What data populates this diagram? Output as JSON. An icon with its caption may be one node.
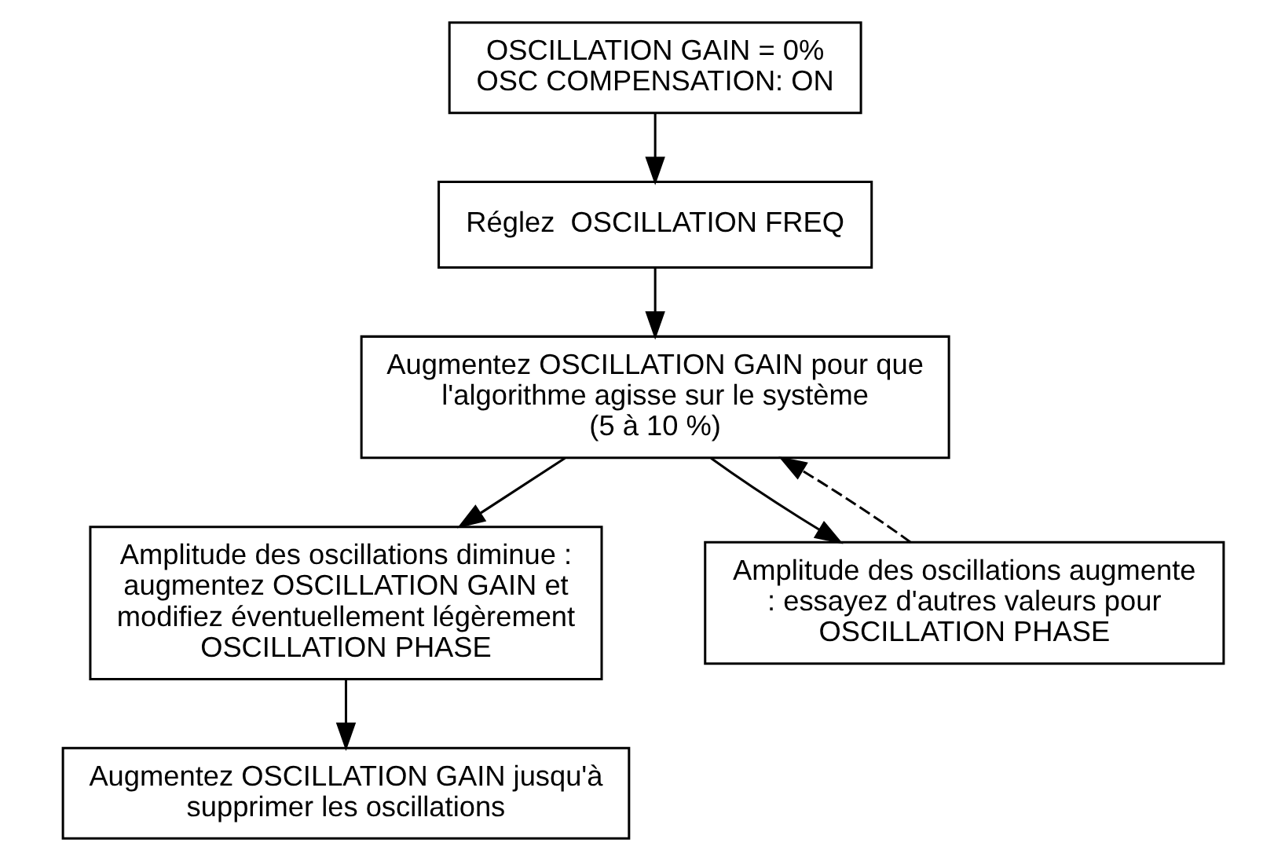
{
  "diagram": {
    "nodes": [
      {
        "text": [
          "OSCILLATION GAIN = 0%",
          "OSC COMPENSATION: ON"
        ]
      },
      {
        "text": [
          "Réglez  OSCILLATION FREQ"
        ]
      },
      {
        "text": [
          "Augmentez OSCILLATION GAIN pour que l'algorithme agisse sur le système (5 à 10 %)"
        ]
      },
      {
        "text": [
          "Amplitude des oscillations diminue : augmentez OSCILLATION GAIN et modifiez éventuellement légèrement OSCILLATION PHASE"
        ]
      },
      {
        "text": [
          "Amplitude des oscillations augmente : essayez d'autres valeurs pour OSCILLATION PHASE"
        ]
      },
      {
        "text": [
          "Augmentez OSCILLATION GAIN jusqu'à supprimer les oscillations"
        ]
      }
    ],
    "edges": [
      {
        "from": 0,
        "to": 1,
        "arrow": "to"
      },
      {
        "from": 1,
        "to": 2,
        "arrow": "to"
      },
      {
        "from": 2,
        "to": 3,
        "arrow": "to"
      },
      {
        "from": 2,
        "to": 4,
        "arrow": "to"
      },
      {
        "from": 4,
        "to": 2,
        "arrow": "to",
        "style": "dashed"
      },
      {
        "from": 3,
        "to": 5,
        "arrow": "to"
      }
    ]
  }
}
